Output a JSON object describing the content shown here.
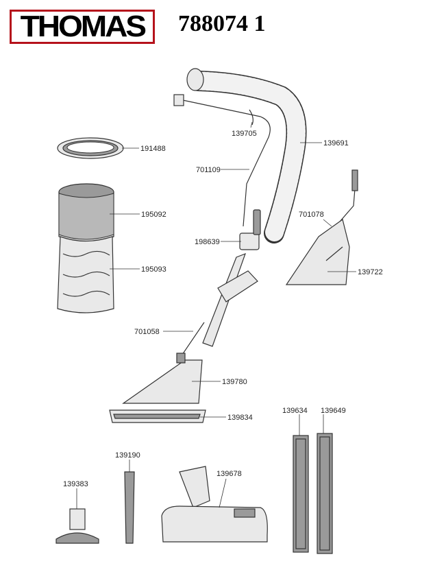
{
  "brand": "THOMAS",
  "model": "788074 1",
  "parts": [
    {
      "id": "139705"
    },
    {
      "id": "139691"
    },
    {
      "id": "191488"
    },
    {
      "id": "701109"
    },
    {
      "id": "195092"
    },
    {
      "id": "701078"
    },
    {
      "id": "198639"
    },
    {
      "id": "195093"
    },
    {
      "id": "139722"
    },
    {
      "id": "701058"
    },
    {
      "id": "139780"
    },
    {
      "id": "139834"
    },
    {
      "id": "139634"
    },
    {
      "id": "139649"
    },
    {
      "id": "139190"
    },
    {
      "id": "139678"
    },
    {
      "id": "139383"
    }
  ]
}
